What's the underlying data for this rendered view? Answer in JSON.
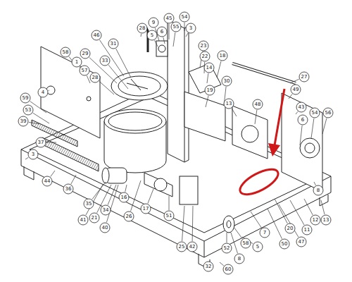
{
  "diagram": {
    "labels": [
      "28",
      "9",
      "45",
      "55",
      "54",
      "5",
      "6",
      "3",
      "46",
      "31",
      "58",
      "1",
      "29",
      "57",
      "28",
      "33",
      "23",
      "22",
      "14",
      "18",
      "30",
      "19",
      "4",
      "59",
      "53",
      "39",
      "27",
      "49",
      "43",
      "6",
      "54",
      "56",
      "13",
      "48",
      "37",
      "3",
      "44",
      "36",
      "35",
      "21",
      "41",
      "34",
      "40",
      "26",
      "16",
      "17",
      "51",
      "25",
      "42",
      "32",
      "52",
      "60",
      "8",
      "58",
      "5",
      "7",
      "50",
      "47",
      "11",
      "20",
      "12",
      "13",
      "8"
    ]
  }
}
